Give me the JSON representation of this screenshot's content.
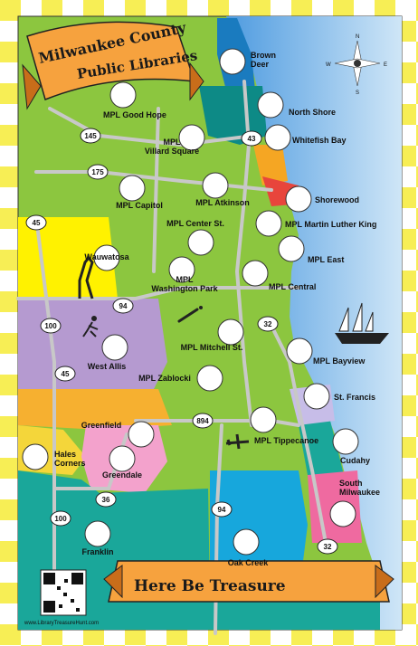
{
  "title": {
    "line1": "Milwaukee County",
    "line2": "Public Libraries"
  },
  "banner_bottom": "Here Be Treasure",
  "website": "www.LibraryTreasureHunt.com",
  "compass": {
    "n": "N",
    "s": "S",
    "e": "E",
    "w": "W"
  },
  "colors": {
    "border_yellow": "#f7ee55",
    "lake": "#3d8fd4",
    "county_green": "#8cc63f",
    "wauwatosa": "#fff200",
    "west_allis": "#b59ad0",
    "banner": "#f6a23e"
  },
  "libraries": [
    {
      "name": "Brown Deer",
      "line2": "Deer",
      "line1": "Brown"
    },
    {
      "name": "North Shore"
    },
    {
      "name": "Whitefish Bay"
    },
    {
      "name": "Shorewood"
    },
    {
      "name": "MPL Good Hope"
    },
    {
      "name": "MPL Villard Square",
      "line1": "MPL",
      "line2": "Villard Square"
    },
    {
      "name": "MPL Capitol"
    },
    {
      "name": "MPL Atkinson"
    },
    {
      "name": "MPL Center St."
    },
    {
      "name": "MPL Martin Luther King"
    },
    {
      "name": "MPL East"
    },
    {
      "name": "Wauwatosa"
    },
    {
      "name": "MPL Washington Park",
      "line1": "MPL",
      "line2": "Washington Park"
    },
    {
      "name": "MPL Central"
    },
    {
      "name": "West Allis"
    },
    {
      "name": "MPL Mitchell St."
    },
    {
      "name": "MPL Bayview"
    },
    {
      "name": "MPL Zablocki"
    },
    {
      "name": "St. Francis"
    },
    {
      "name": "Greenfield"
    },
    {
      "name": "MPL Tippecanoe"
    },
    {
      "name": "Cudahy"
    },
    {
      "name": "Hales Corners",
      "line1": "Hales",
      "line2": "Corners"
    },
    {
      "name": "Greendale"
    },
    {
      "name": "South Milwaukee",
      "line1": "South",
      "line2": "Milwaukee"
    },
    {
      "name": "Franklin"
    },
    {
      "name": "Oak Creek"
    }
  ],
  "highways": [
    "145",
    "43",
    "175",
    "45",
    "94",
    "100",
    "32",
    "894",
    "36",
    "100",
    "94",
    "32",
    "45"
  ]
}
